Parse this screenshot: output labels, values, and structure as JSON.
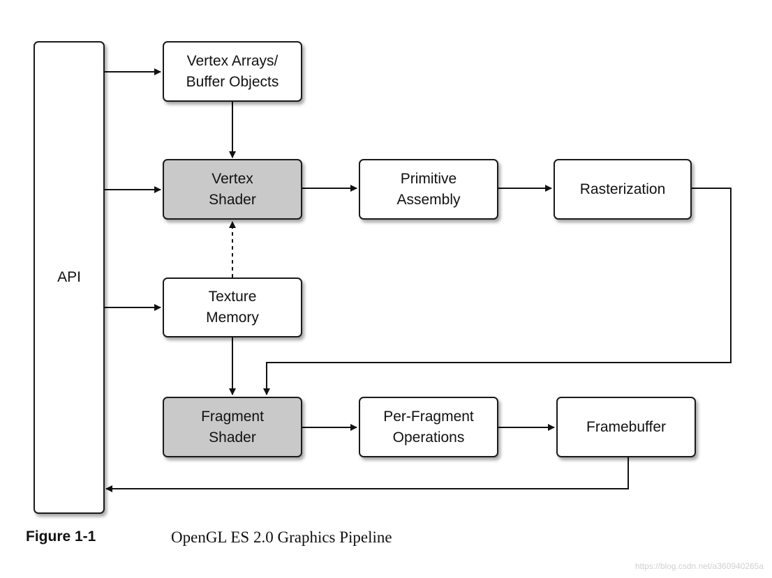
{
  "diagram": {
    "nodes": {
      "api": "API",
      "vertex_arrays": "Vertex Arrays/\nBuffer Objects",
      "vertex_shader": "Vertex\nShader",
      "primitive_assembly": "Primitive\nAssembly",
      "rasterization": "Rasterization",
      "texture_memory": "Texture\nMemory",
      "fragment_shader": "Fragment\nShader",
      "per_fragment_ops": "Per-Fragment\nOperations",
      "framebuffer": "Framebuffer"
    },
    "shaded_fill": "#c9c9c9",
    "edges": [
      {
        "from": "api",
        "to": "vertex_arrays",
        "style": "solid"
      },
      {
        "from": "api",
        "to": "vertex_shader",
        "style": "solid"
      },
      {
        "from": "api",
        "to": "texture_memory",
        "style": "solid"
      },
      {
        "from": "vertex_arrays",
        "to": "vertex_shader",
        "style": "solid"
      },
      {
        "from": "texture_memory",
        "to": "vertex_shader",
        "style": "dashed"
      },
      {
        "from": "vertex_shader",
        "to": "primitive_assembly",
        "style": "solid"
      },
      {
        "from": "primitive_assembly",
        "to": "rasterization",
        "style": "solid"
      },
      {
        "from": "rasterization",
        "to": "fragment_shader",
        "style": "solid"
      },
      {
        "from": "texture_memory",
        "to": "fragment_shader",
        "style": "solid"
      },
      {
        "from": "fragment_shader",
        "to": "per_fragment_ops",
        "style": "solid"
      },
      {
        "from": "per_fragment_ops",
        "to": "framebuffer",
        "style": "solid"
      },
      {
        "from": "framebuffer",
        "to": "api",
        "style": "solid"
      }
    ]
  },
  "caption": {
    "label": "Figure 1-1",
    "text": "OpenGL ES 2.0 Graphics Pipeline"
  },
  "watermark": "https://blog.csdn.net/a3609402​65a"
}
